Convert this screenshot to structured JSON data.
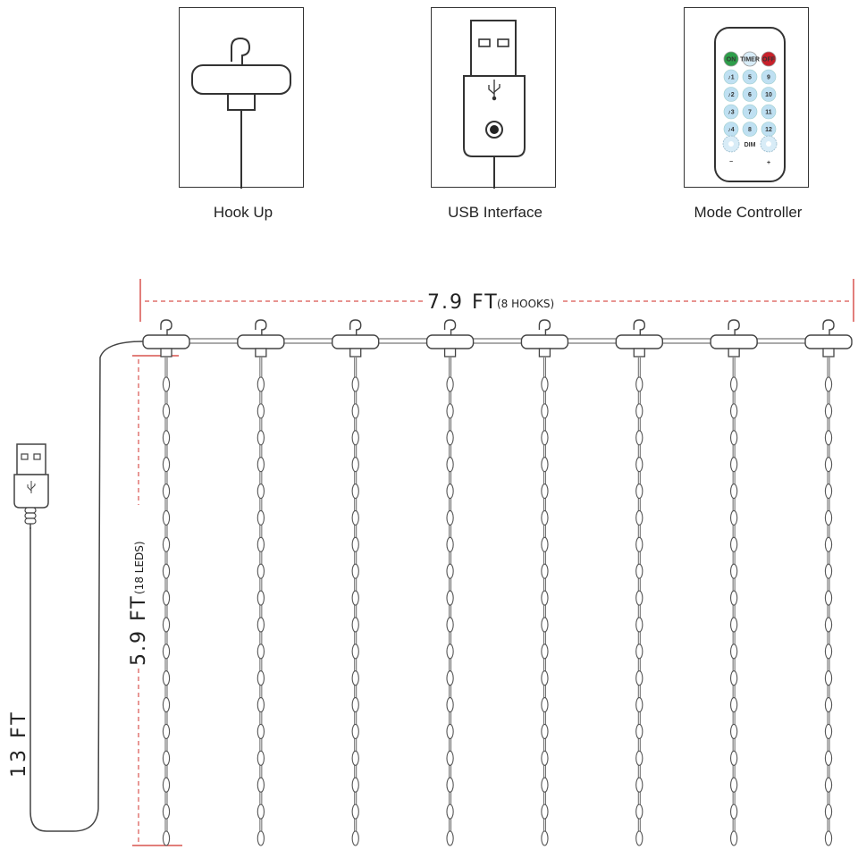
{
  "panels": [
    {
      "label": "Hook Up",
      "icon": "hook-icon"
    },
    {
      "label": "USB Interface",
      "icon": "usb-plug-icon"
    },
    {
      "label": "Mode Controller",
      "icon": "remote-control-icon"
    }
  ],
  "remote": {
    "top_buttons": [
      {
        "label": "ON",
        "color": "#2e9e4a"
      },
      {
        "label": "TIMER",
        "color": "#d8ecf7"
      },
      {
        "label": "OFF",
        "color": "#c8202a"
      }
    ],
    "rows": [
      [
        "♪1",
        "5",
        "9"
      ],
      [
        "♪2",
        "6",
        "10"
      ],
      [
        "♪3",
        "7",
        "11"
      ],
      [
        "♪4",
        "8",
        "12"
      ]
    ],
    "dim_label": "DIM",
    "minus": "−",
    "plus": "+",
    "button_color": "#bfe0f2"
  },
  "dimensions": {
    "width_value": "7.9 FT",
    "width_note": "(8 HOOKS)",
    "height_value": "5.9 FT",
    "height_note": "(18 LEDS)",
    "cable_value": "13 FT"
  },
  "curtain": {
    "hooks": 8,
    "leds_per_strand": 18
  },
  "colors": {
    "dimension_marker": "#d9534f",
    "line": "#555555"
  }
}
